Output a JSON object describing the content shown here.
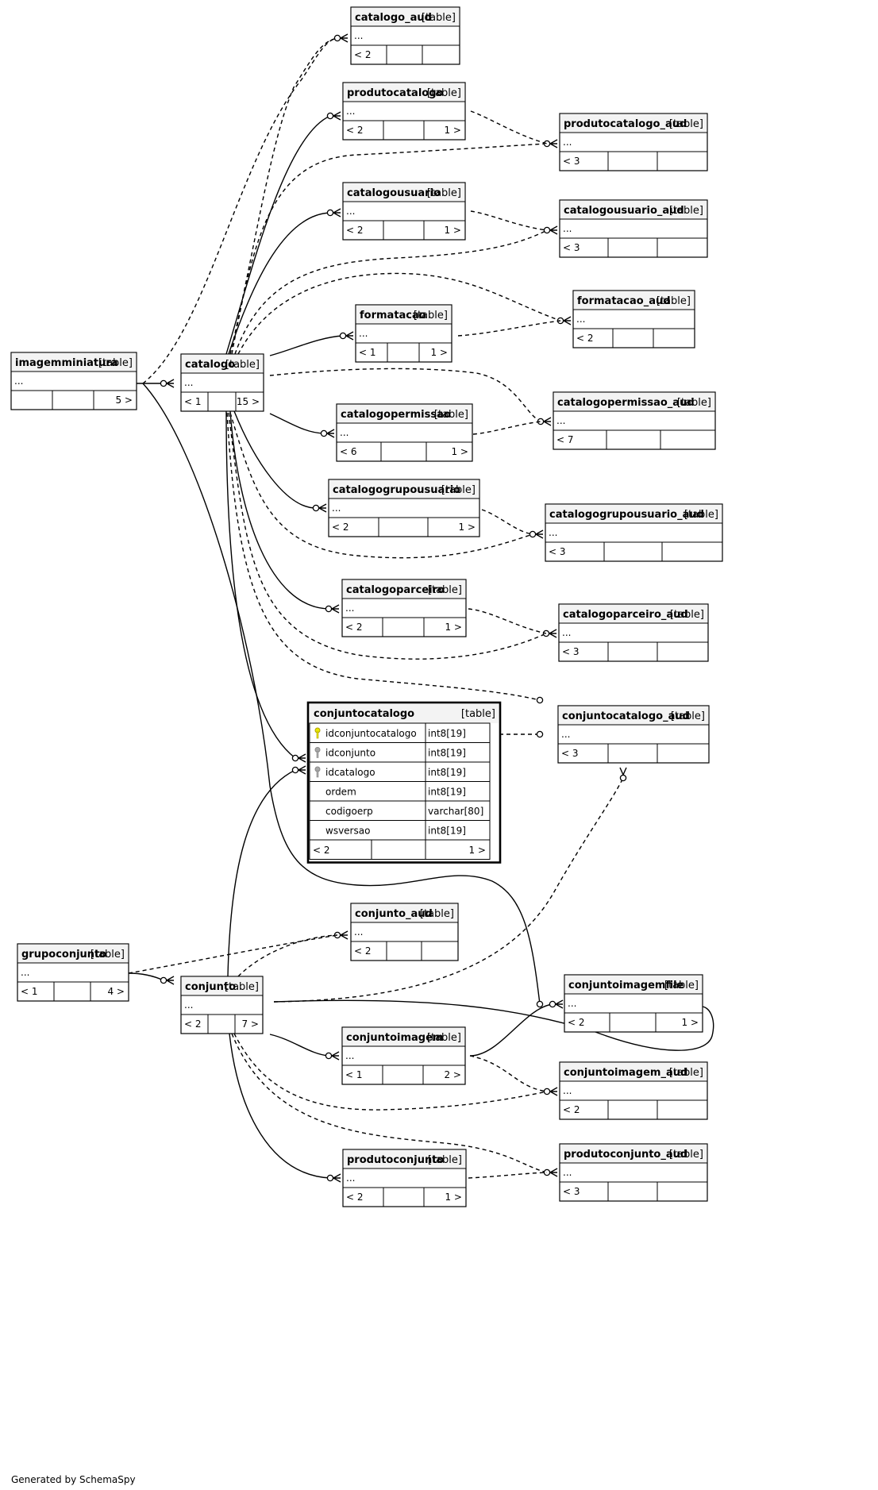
{
  "diagram": {
    "tables": [
      {
        "id": "catalogo_aud",
        "name": "catalogo_aud",
        "tag": "[table]",
        "body": "...",
        "nav": [
          "< 2",
          "",
          ""
        ]
      },
      {
        "id": "produtocatalogo",
        "name": "produtocatalogo",
        "tag": "[table]",
        "body": "...",
        "nav": [
          "< 2",
          "",
          "1 >"
        ]
      },
      {
        "id": "produtocatalogo_aud",
        "name": "produtocatalogo_aud",
        "tag": "[table]",
        "body": "...",
        "nav": [
          "< 3",
          "",
          ""
        ]
      },
      {
        "id": "catalogousuario",
        "name": "catalogousuario",
        "tag": "[table]",
        "body": "...",
        "nav": [
          "< 2",
          "",
          "1 >"
        ]
      },
      {
        "id": "catalogousuario_aud",
        "name": "catalogousuario_aud",
        "tag": "[table]",
        "body": "...",
        "nav": [
          "< 3",
          "",
          ""
        ]
      },
      {
        "id": "formatacao_aud",
        "name": "formatacao_aud",
        "tag": "[table]",
        "body": "...",
        "nav": [
          "< 2",
          "",
          ""
        ]
      },
      {
        "id": "formatacao",
        "name": "formatacao",
        "tag": "[table]",
        "body": "...",
        "nav": [
          "< 1",
          "",
          "1 >"
        ]
      },
      {
        "id": "imagemminiatura",
        "name": "imagemminiatura",
        "tag": "[table]",
        "body": "...",
        "nav": [
          "",
          "",
          "5 >"
        ]
      },
      {
        "id": "catalogo",
        "name": "catalogo",
        "tag": "[table]",
        "body": "...",
        "nav": [
          "< 1",
          "",
          "15 >"
        ]
      },
      {
        "id": "catalogopermissao_aud",
        "name": "catalogopermissao_aud",
        "tag": "[table]",
        "body": "...",
        "nav": [
          "< 7",
          "",
          ""
        ]
      },
      {
        "id": "catalogopermissao",
        "name": "catalogopermissao",
        "tag": "[table]",
        "body": "...",
        "nav": [
          "< 6",
          "",
          "1 >"
        ]
      },
      {
        "id": "catalogogrupousuario",
        "name": "catalogogrupousuario",
        "tag": "[table]",
        "body": "...",
        "nav": [
          "< 2",
          "",
          "1 >"
        ]
      },
      {
        "id": "catalogogrupousuario_aud",
        "name": "catalogogrupousuario_aud",
        "tag": "[table]",
        "body": "...",
        "nav": [
          "< 3",
          "",
          ""
        ]
      },
      {
        "id": "catalogoparceiro",
        "name": "catalogoparceiro",
        "tag": "[table]",
        "body": "...",
        "nav": [
          "< 2",
          "",
          "1 >"
        ]
      },
      {
        "id": "catalogoparceiro_aud",
        "name": "catalogoparceiro_aud",
        "tag": "[table]",
        "body": "...",
        "nav": [
          "< 3",
          "",
          ""
        ]
      },
      {
        "id": "conjuntocatalogo_aud",
        "name": "conjuntocatalogo_aud",
        "tag": "[table]",
        "body": "...",
        "nav": [
          "< 3",
          "",
          ""
        ]
      },
      {
        "id": "conjunto_aud",
        "name": "conjunto_aud",
        "tag": "[table]",
        "body": "...",
        "nav": [
          "< 2",
          "",
          ""
        ]
      },
      {
        "id": "grupoconjunto",
        "name": "grupoconjunto",
        "tag": "[table]",
        "body": "...",
        "nav": [
          "< 1",
          "",
          "4 >"
        ]
      },
      {
        "id": "conjunto",
        "name": "conjunto",
        "tag": "[table]",
        "body": "...",
        "nav": [
          "< 2",
          "",
          "7 >"
        ]
      },
      {
        "id": "conjuntoimagemfile",
        "name": "conjuntoimagemfile",
        "tag": "[table]",
        "body": "...",
        "nav": [
          "< 2",
          "",
          "1 >"
        ]
      },
      {
        "id": "conjuntoimagem",
        "name": "conjuntoimagem",
        "tag": "[table]",
        "body": "...",
        "nav": [
          "< 1",
          "",
          "2 >"
        ]
      },
      {
        "id": "conjuntoimagem_aud",
        "name": "conjuntoimagem_aud",
        "tag": "[table]",
        "body": "...",
        "nav": [
          "< 2",
          "",
          ""
        ]
      },
      {
        "id": "produtoconjunto",
        "name": "produtoconjunto",
        "tag": "[table]",
        "body": "...",
        "nav": [
          "< 2",
          "",
          "1 >"
        ]
      },
      {
        "id": "produtoconjunto_aud",
        "name": "produtoconjunto_aud",
        "tag": "[table]",
        "body": "...",
        "nav": [
          "< 3",
          "",
          ""
        ]
      }
    ],
    "focus": {
      "name": "conjuntocatalogo",
      "tag": "[table]",
      "columns": [
        {
          "name": "idconjuntocatalogo",
          "type": "int8[19]",
          "key": "primary",
          "key_color": "#e8e800"
        },
        {
          "name": "idconjunto",
          "type": "int8[19]",
          "key": "foreign",
          "key_color": "#a8a8a8"
        },
        {
          "name": "idcatalogo",
          "type": "int8[19]",
          "key": "foreign",
          "key_color": "#a8a8a8"
        },
        {
          "name": "ordem",
          "type": "int8[19]",
          "key": ""
        },
        {
          "name": "codigoerp",
          "type": "varchar[80]",
          "key": ""
        },
        {
          "name": "wsversao",
          "type": "int8[19]",
          "key": ""
        }
      ],
      "nav": [
        "< 2",
        "",
        "1 >"
      ]
    },
    "footer": "Generated by SchemaSpy"
  }
}
